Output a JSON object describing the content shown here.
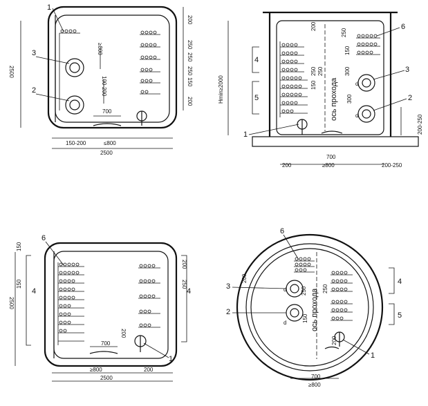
{
  "views": {
    "top_left": {
      "callouts": [
        "1",
        "3",
        "2"
      ],
      "dims": [
        "200",
        "250",
        "250",
        "250",
        "150",
        "200",
        "≥800",
        "100-200",
        "700",
        "150-200",
        "≤800"
      ],
      "overall_width": "2500",
      "overall_height": "2500"
    },
    "top_right": {
      "callouts": [
        "6",
        "3",
        "2",
        "1"
      ],
      "group_labels": [
        "4",
        "5"
      ],
      "axis_label": "ось прохода",
      "hmin": "Hmin≥2000",
      "dims": [
        "200",
        "250",
        "150",
        "300",
        "250",
        "250",
        "150",
        "300",
        "d",
        "d",
        "200-250",
        "200",
        "700",
        "≥800",
        "200-250"
      ]
    },
    "bottom_left": {
      "callouts": [
        "6",
        "1"
      ],
      "group_labels": [
        "4",
        "4"
      ],
      "dims": [
        "150",
        "150",
        "200",
        "250",
        "200",
        "700",
        "≥800",
        "200"
      ],
      "overall_width": "2500",
      "overall_height": "2500"
    },
    "bottom_right": {
      "callouts": [
        "6",
        "3",
        "2",
        "1"
      ],
      "group_labels": [
        "4",
        "5"
      ],
      "axis_label": "ось прохода",
      "dims": [
        "200",
        "250",
        "250",
        "150",
        "200",
        "d",
        "d",
        "700",
        "≥800"
      ]
    }
  }
}
